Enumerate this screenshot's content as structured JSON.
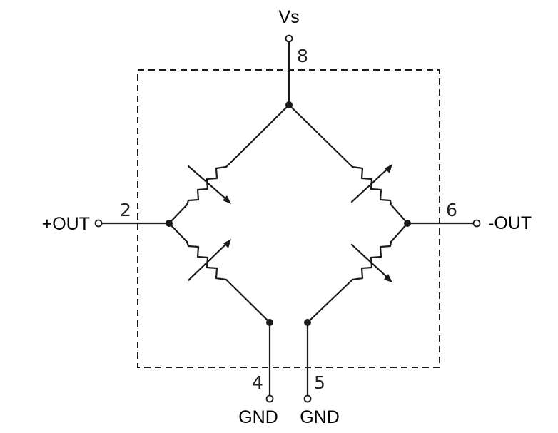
{
  "labels": {
    "vs": "Vs",
    "out_plus": "+OUT",
    "out_minus": "-OUT",
    "gnd_left": "GND",
    "gnd_right": "GND"
  },
  "pins": {
    "vs": "8",
    "out_plus": "2",
    "out_minus": "6",
    "gnd_left": "4",
    "gnd_right": "5"
  },
  "colors": {
    "line": "#1a1a1a",
    "background": "#ffffff"
  }
}
